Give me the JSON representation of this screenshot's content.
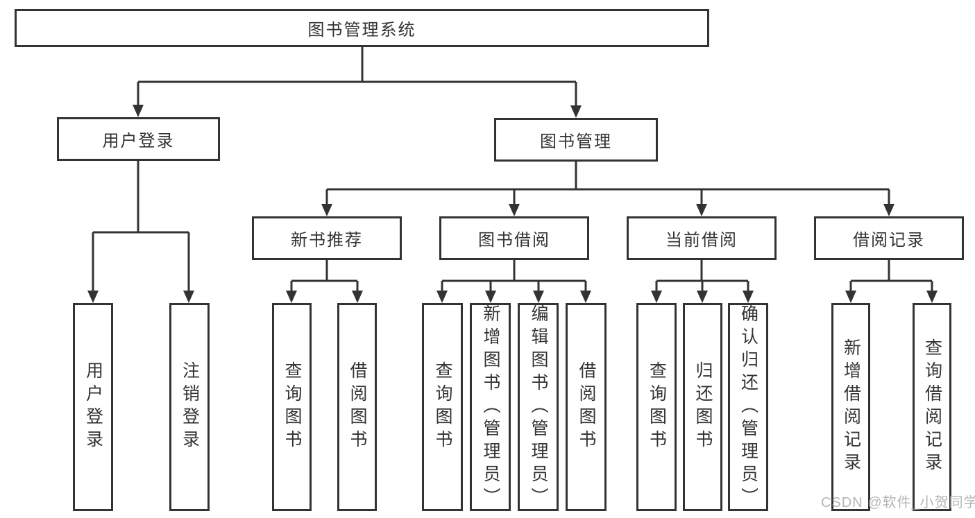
{
  "colors": {
    "line": "#333333",
    "text": "#333333",
    "background": "#ffffff",
    "watermark": "#a9a9a9"
  },
  "diagram": {
    "root": {
      "label": "图书管理系统"
    },
    "level1": [
      {
        "label": "用户登录"
      },
      {
        "label": "图书管理"
      }
    ],
    "level2": [
      {
        "label": "新书推荐"
      },
      {
        "label": "图书借阅"
      },
      {
        "label": "当前借阅"
      },
      {
        "label": "借阅记录"
      }
    ],
    "leaves": {
      "user_login": [
        {
          "label": "用户登录"
        },
        {
          "label": "注销登录"
        }
      ],
      "new_books": [
        {
          "label": "查询图书"
        },
        {
          "label": "借阅图书"
        }
      ],
      "book_borrow": [
        {
          "label": "查询图书"
        },
        {
          "label": "新增图书（管理员）"
        },
        {
          "label": "编辑图书（管理员）"
        },
        {
          "label": "借阅图书"
        }
      ],
      "current_borrow": [
        {
          "label": "查询图书"
        },
        {
          "label": "归还图书"
        },
        {
          "label": "确认归还（管理员）"
        }
      ],
      "borrow_records": [
        {
          "label": "新增借阅记录"
        },
        {
          "label": "查询借阅记录"
        }
      ]
    }
  },
  "watermark": {
    "text": "CSDN @软件_小贺同学"
  }
}
